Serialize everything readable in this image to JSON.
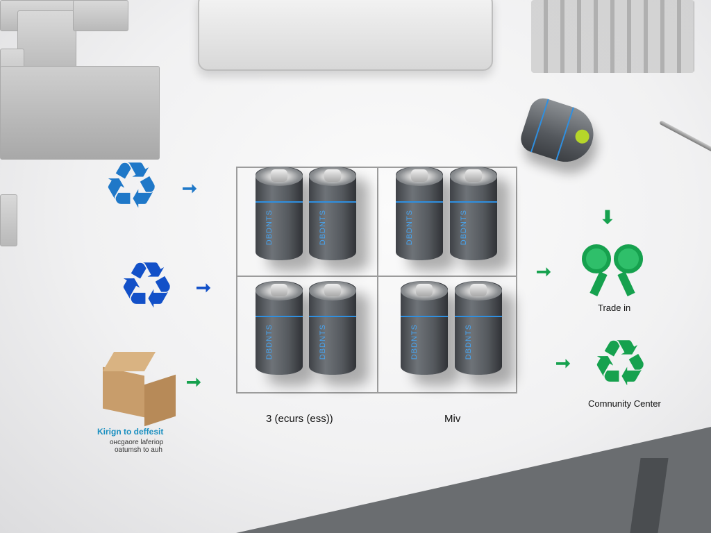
{
  "colors": {
    "blue": "#1f78c8",
    "dark_blue": "#1250c8",
    "green": "#16a14e",
    "box": "#c59b6b"
  },
  "icons": {
    "recycle": "recycle-icon",
    "arrow": "arrow-right-icon",
    "box": "cardboard-box-icon",
    "trade_in": "trade-in-icon"
  },
  "grid": {
    "left_label": "3 (ecurs (ess))",
    "right_label": "Miv",
    "battery_text": "DBDNTS"
  },
  "left": {
    "box_title": "Kirign to deffesit",
    "box_sub1": "oнсgaore laferiop",
    "box_sub2": "oatumsh to auh"
  },
  "right": {
    "trade_in": "Trade in",
    "community": "Comnunity Center"
  }
}
